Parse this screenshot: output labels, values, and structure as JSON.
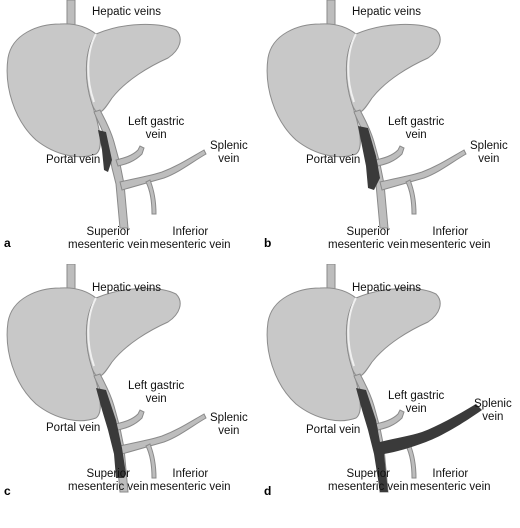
{
  "panels": [
    {
      "letter": "a",
      "labels": {
        "hepatic": "Hepatic veins",
        "left_gastric": "Left gastric\nvein",
        "splenic": "Splenic\nvein",
        "portal": "Portal vein",
        "sup_mes": "Superior\nmesenteric vein",
        "inf_mes": "Inferior\nmesenteric vein"
      }
    },
    {
      "letter": "b",
      "labels": {
        "hepatic": "Hepatic veins",
        "left_gastric": "Left gastric\nvein",
        "splenic": "Splenic\nvein",
        "portal": "Portal vein",
        "sup_mes": "Superior\nmesenteric vein",
        "inf_mes": "Inferior\nmesenteric vein"
      }
    },
    {
      "letter": "c",
      "labels": {
        "hepatic": "Hepatic veins",
        "left_gastric": "Left gastric\nvein",
        "splenic": "Splenic\nvein",
        "portal": "Portal vein",
        "sup_mes": "Superior\nmesenteric vein",
        "inf_mes": "Inferior\nmesenteric vein"
      }
    },
    {
      "letter": "d",
      "labels": {
        "hepatic": "Hepatic veins",
        "left_gastric": "Left gastric\nvein",
        "splenic": "Splenic\nvein",
        "portal": "Portal vein",
        "sup_mes": "Superior\nmesenteric vein",
        "inf_mes": "Inferior\nmesenteric vein"
      }
    }
  ],
  "colors": {
    "liver": "#c8c8c8",
    "liver_outline": "#8c8c8c",
    "vein": "#bdbdbd",
    "vein_outline": "#8a8a8a",
    "thrombus": "#3a3a3a"
  }
}
